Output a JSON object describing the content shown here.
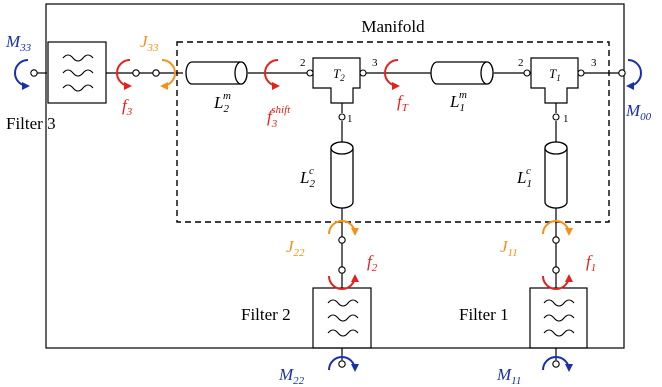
{
  "manifold": {
    "title": "Manifold"
  },
  "filters": [
    {
      "label": "Filter 3"
    },
    {
      "label": "Filter 2"
    },
    {
      "label": "Filter 1"
    }
  ],
  "junctions": [
    {
      "symbol": "T",
      "sub": "2"
    },
    {
      "symbol": "T",
      "sub": "1"
    }
  ],
  "ports": {
    "p1": "1",
    "p2": "2",
    "p3": "3"
  },
  "lines": {
    "L2m": {
      "base": "L",
      "sub": "2",
      "sup": "m"
    },
    "L1m": {
      "base": "L",
      "sub": "1",
      "sup": "m"
    },
    "L2c": {
      "base": "L",
      "sub": "2",
      "sup": "c"
    },
    "L1c": {
      "base": "L",
      "sub": "1",
      "sup": "c"
    }
  },
  "params": {
    "M33": {
      "base": "M",
      "sub": "33"
    },
    "M00": {
      "base": "M",
      "sub": "00"
    },
    "M22": {
      "base": "M",
      "sub": "22"
    },
    "M11": {
      "base": "M",
      "sub": "11"
    },
    "J33": {
      "base": "J",
      "sub": "33"
    },
    "J22": {
      "base": "J",
      "sub": "22"
    },
    "J11": {
      "base": "J",
      "sub": "11"
    },
    "f3": {
      "base": "f",
      "sub": "3"
    },
    "f2": {
      "base": "f",
      "sub": "2"
    },
    "f1": {
      "base": "f",
      "sub": "1"
    },
    "fT": {
      "base": "f",
      "sub": "T"
    },
    "f3shift": {
      "base": "f",
      "sub": "3",
      "sup": "shift"
    }
  },
  "colors": {
    "measured": "#1a2fb0",
    "phase": "#e3221b",
    "junction": "#f39218"
  }
}
